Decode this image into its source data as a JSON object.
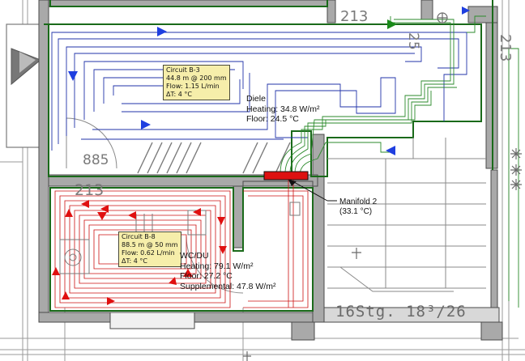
{
  "circuits": [
    {
      "name": "Circuit B-3",
      "length": "44.8 m @ 200 mm",
      "flow": "Flow: 1.15 L/min",
      "delta": "ΔT: 4 °C",
      "color": "#2233aa"
    },
    {
      "name": "Circuit B-8",
      "length": "88.5 m @ 50 mm",
      "flow": "Flow: 0.62 L/min",
      "delta": "ΔT: 4 °C",
      "color": "#cc1111"
    }
  ],
  "rooms": [
    {
      "name": "Diele",
      "heating": "Heating: 34.8 W/m²",
      "floor": "Floor: 24.5 °C"
    },
    {
      "name": "WC/DU",
      "heating": "Heating: 79.1 W/m²",
      "floor": "Floor: 27.2 °C",
      "supplemental": "Supplemental: 47.8 W/m²"
    }
  ],
  "manifold": {
    "name": "Manifold 2",
    "temp": "(33.1 °C)",
    "color": "#dd1111"
  },
  "stair_label": "16Stg. 18³/26",
  "dimensions": {
    "hall": "885",
    "bath": "213",
    "top_left": "213",
    "top_right": "25",
    "right_edge": "213"
  },
  "colors": {
    "wall": "#1a6a1a",
    "wall_fill": "#a9a9a9",
    "supply_green": "#2b8a2b",
    "accent_blue": "#1f3fe0"
  }
}
